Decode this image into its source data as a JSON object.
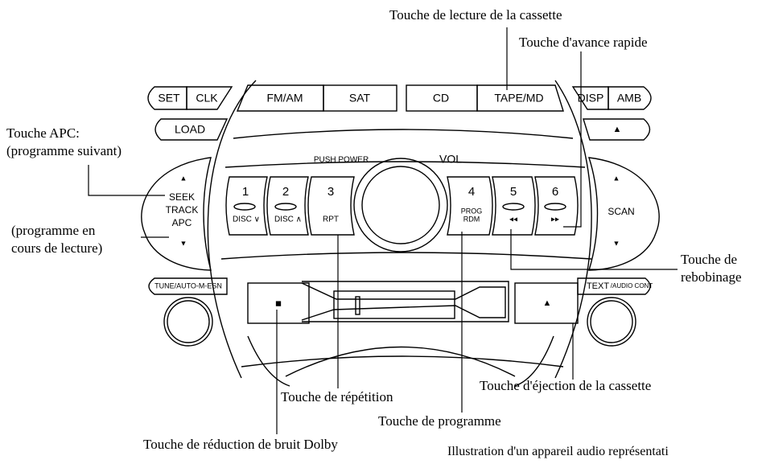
{
  "buttons": {
    "set": "SET",
    "clk": "CLK",
    "fmam": "FM/AM",
    "sat": "SAT",
    "cd": "CD",
    "tapemd": "TAPE/MD",
    "disp": "DISP",
    "amb": "AMB",
    "load": "LOAD",
    "eject_top": "▲",
    "push_power": "PUSH POWER",
    "vol": "VOL",
    "seek": "SEEK",
    "track": "TRACK",
    "apc": "APC",
    "scan": "SCAN",
    "up": "▲",
    "down": "▼",
    "preset1": "1",
    "preset1_sub": "DISC ∨",
    "preset2": "2",
    "preset2_sub": "DISC ∧",
    "preset3": "3",
    "preset3_sub": "RPT",
    "preset4": "4",
    "preset4_sub1": "PROG",
    "preset4_sub2": "RDM",
    "preset5": "5",
    "preset5_sub": "◂◂",
    "preset6": "6",
    "preset6_sub": "▸▸",
    "tune": "TUNE/AUTO-M-ESN",
    "text_audio_a": "TEXT",
    "text_audio_b": "/AUDIO CONT",
    "dolby": "■",
    "eject_tape": "▲"
  },
  "annotations": {
    "play": "Touche de lecture de la cassette",
    "ffwd": "Touche d'avance rapide",
    "apc_1": "Touche APC:",
    "apc_2": "(programme suivant)",
    "prev_1": "(programme en",
    "prev_2": "cours de lecture)",
    "rew_1": "Touche de",
    "rew_2": "rebobinage",
    "eject": "Touche d'éjection de la cassette",
    "repeat": "Touche de répétition",
    "prog": "Touche de programme",
    "dolby": "Touche de réduction de bruit Dolby",
    "caption": "Illustration d'un appareil audio représentati"
  }
}
